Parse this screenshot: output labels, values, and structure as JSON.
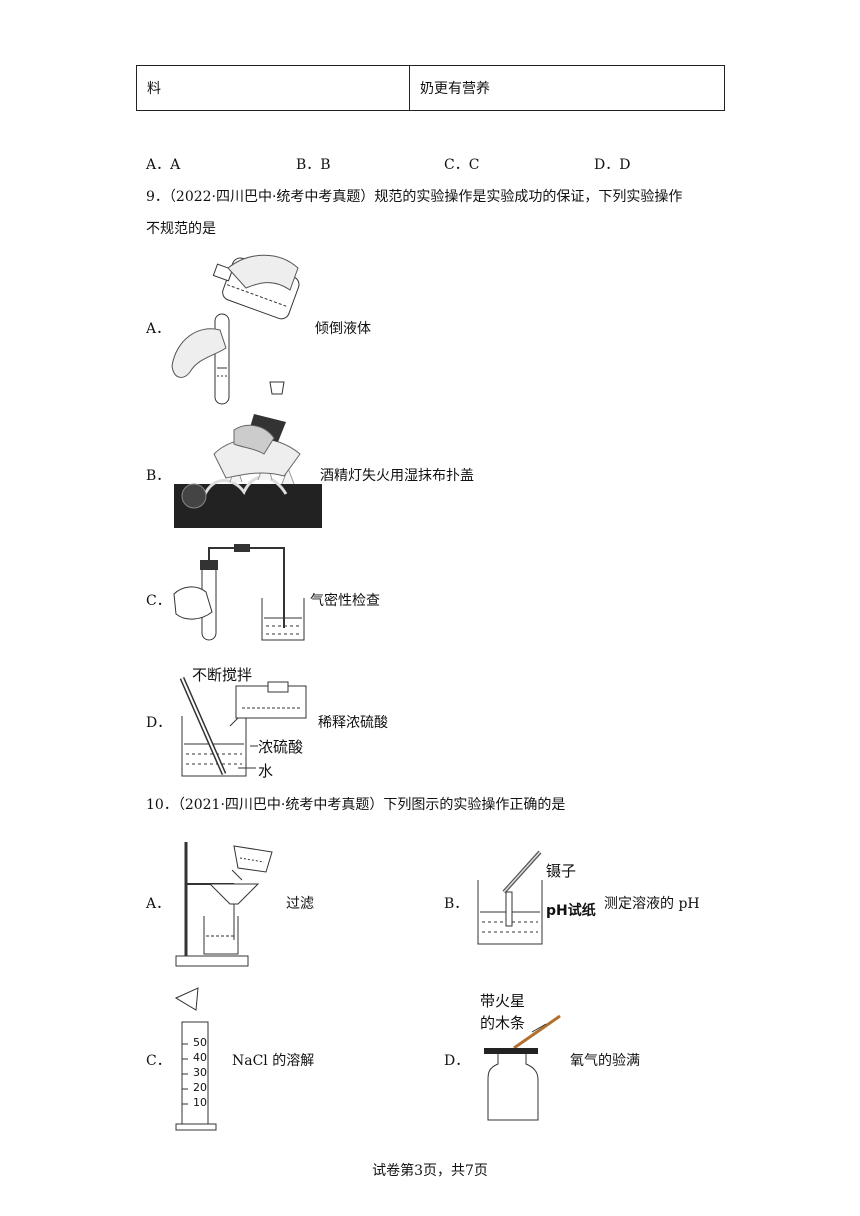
{
  "table_row": {
    "left": "料",
    "right": "奶更有营养"
  },
  "q8_options": [
    "A．A",
    "B．B",
    "C．C",
    "D．D"
  ],
  "q9": {
    "stem_line1": "9．（2022·四川巴中·统考中考真题）规范的实验操作是实验成功的保证，下列实验操作",
    "stem_line2": "不规范的是",
    "options": [
      {
        "letter": "A．",
        "caption": "倾倒液体"
      },
      {
        "letter": "B．",
        "caption": "酒精灯失火用湿抹布扑盖"
      },
      {
        "letter": "C．",
        "caption": "气密性检查"
      },
      {
        "letter": "D．",
        "caption": "稀释浓硫酸"
      }
    ],
    "figure_d_labels": {
      "stir": "不断搅拌",
      "acid": "浓硫酸",
      "water": "水"
    }
  },
  "q10": {
    "stem": "10．（2021·四川巴中·统考中考真题）下列图示的实验操作正确的是",
    "options": [
      {
        "letter": "A．",
        "caption": "过滤"
      },
      {
        "letter": "B．",
        "caption": "测定溶液的 pH"
      },
      {
        "letter": "C．",
        "caption": "NaCl 的溶解"
      },
      {
        "letter": "D．",
        "caption": "氧气的验满"
      }
    ],
    "figure_b_labels": {
      "tweezers": "镊子",
      "paper": "pH试纸"
    },
    "figure_c_ticks": [
      "50",
      "40",
      "30",
      "20",
      "10"
    ],
    "figure_d_labels": {
      "line1": "带火星",
      "line2": "的木条"
    }
  },
  "footer": "试卷第3页，共7页"
}
